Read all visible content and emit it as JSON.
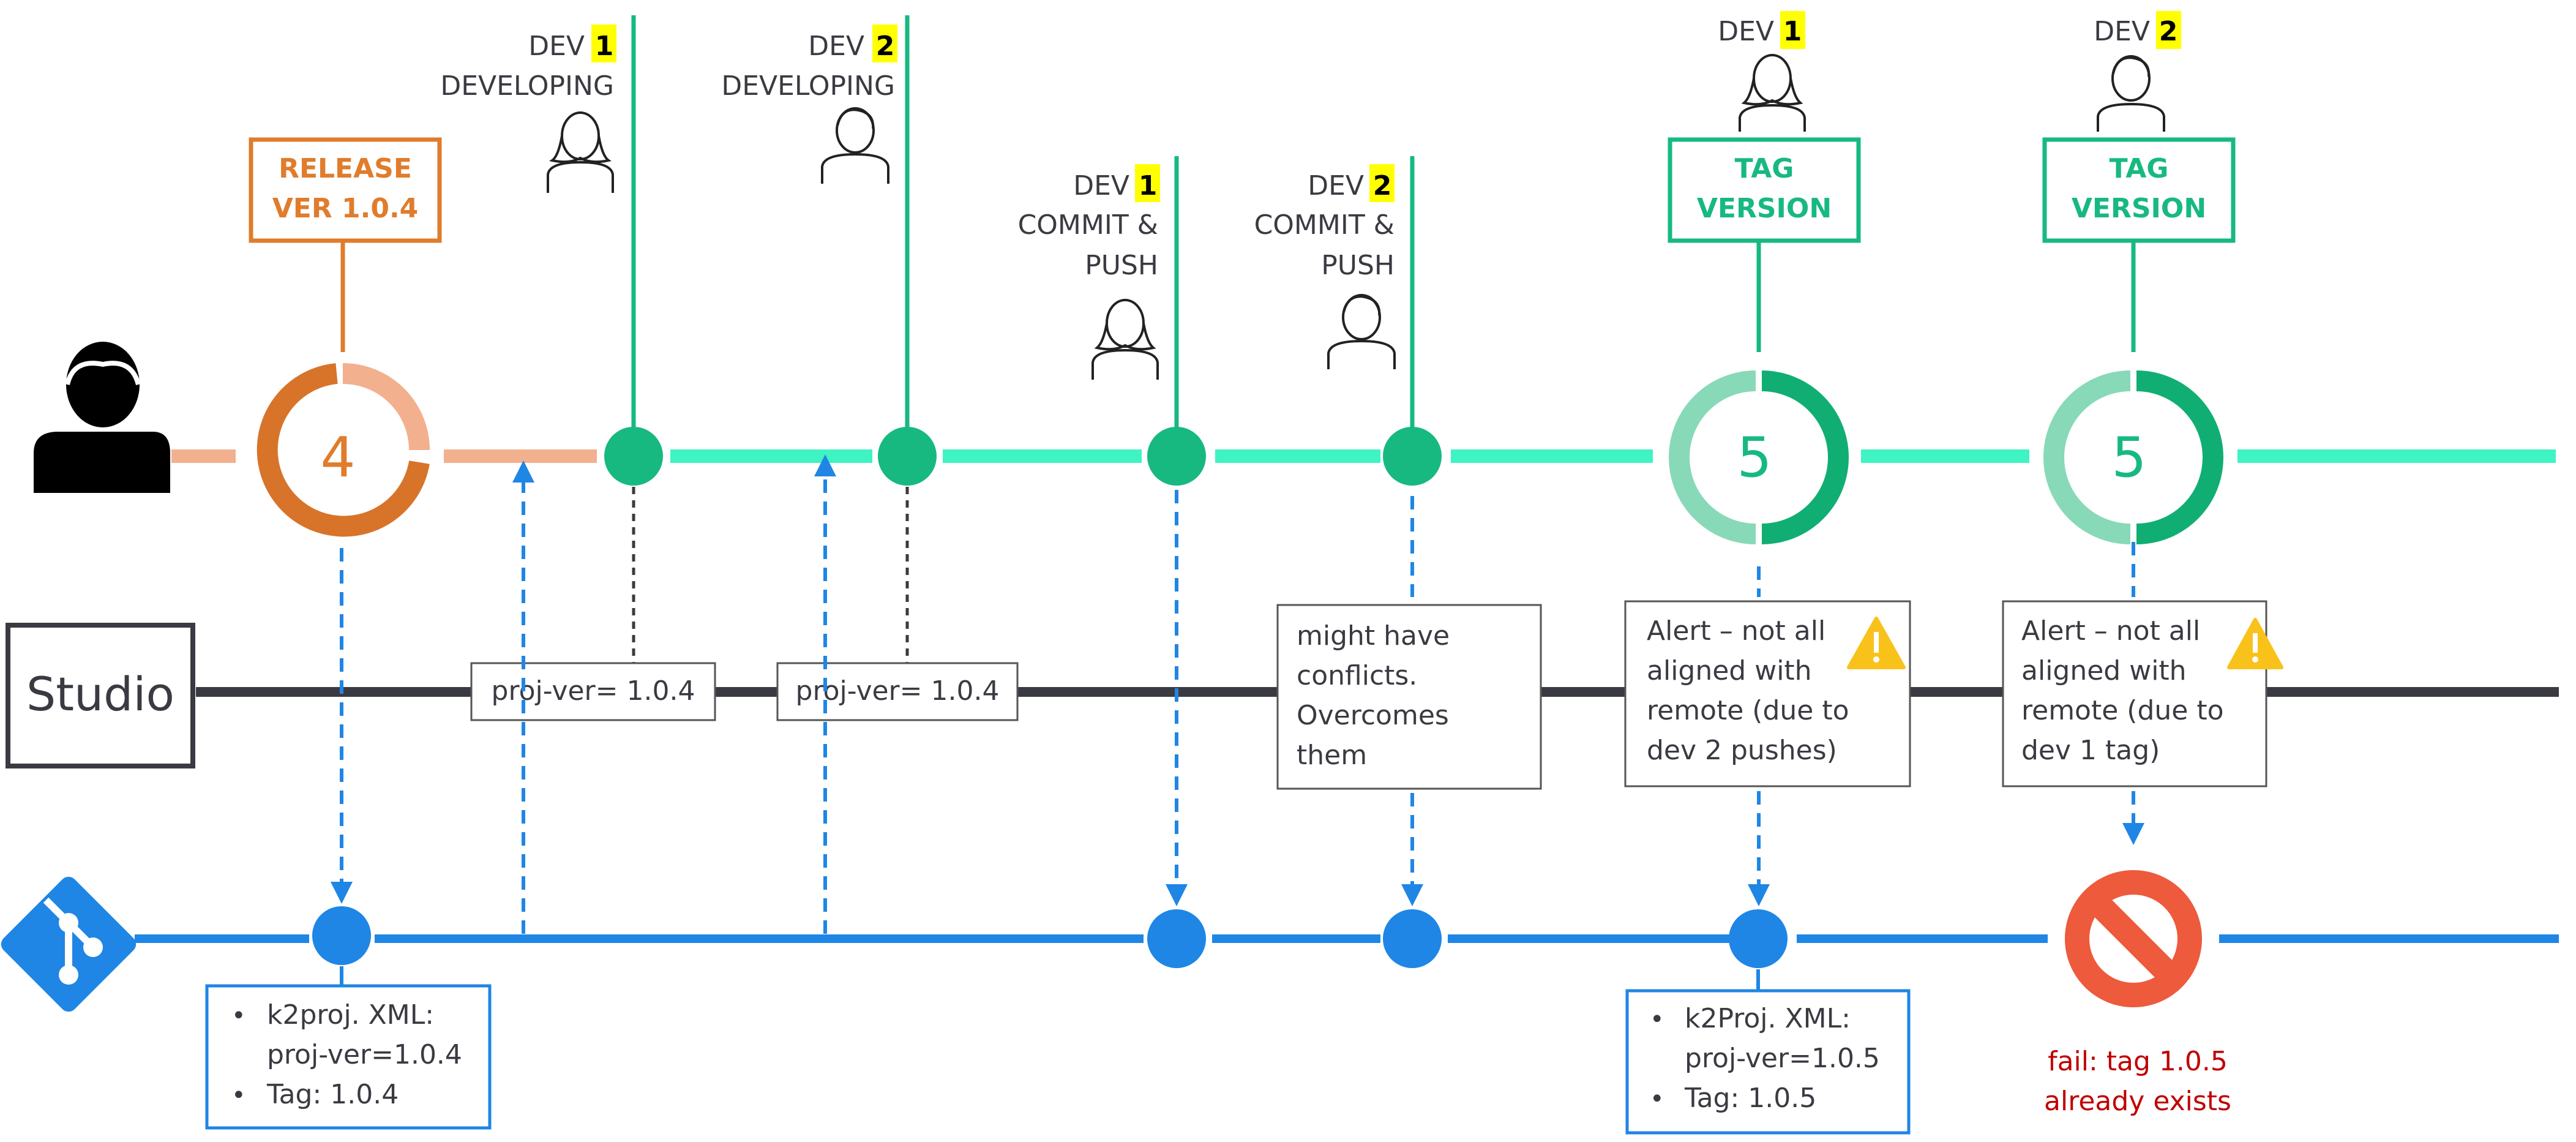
{
  "colors": {
    "orange": "#E07C2B",
    "orange_light": "#F2B08E",
    "green": "#17B981",
    "green_light": "#88D9B8",
    "mint": "#3FF3C2",
    "git_blue": "#1F86E5",
    "dark": "#3A3A42",
    "red": "#C00000",
    "stop_red": "#EE5A3C",
    "highlight": "#FFFF00",
    "warning": "#F9C21B"
  },
  "user_icon": "user-silhouette-icon",
  "studio_label": "Studio",
  "git_icon": "git-logo-icon",
  "release": {
    "line1": "RELEASE",
    "line2": "VER 1.0.4",
    "version_digit": "4"
  },
  "dev1_developing": {
    "dev": "DEV",
    "num": "1",
    "action": "DEVELOPING"
  },
  "dev2_developing": {
    "dev": "DEV",
    "num": "2",
    "action": "DEVELOPING"
  },
  "dev1_commit": {
    "dev": "DEV",
    "num": "1",
    "line1": "COMMIT &",
    "line2": "PUSH"
  },
  "dev2_commit": {
    "dev": "DEV",
    "num": "2",
    "line1": "COMMIT &",
    "line2": "PUSH"
  },
  "dev1_tag": {
    "dev": "DEV",
    "num": "1",
    "line1": "TAG",
    "line2": "VERSION",
    "version_digit": "5"
  },
  "dev2_tag": {
    "dev": "DEV",
    "num": "2",
    "line1": "TAG",
    "line2": "VERSION",
    "version_digit": "5"
  },
  "proj_ver_1": "proj-ver= 1.0.4",
  "proj_ver_2": "proj-ver= 1.0.4",
  "conflicts_note": [
    "might have",
    "conflicts.",
    "Overcomes",
    "them"
  ],
  "alert1": [
    "Alert – not all",
    "aligned with",
    "remote (due to",
    "dev 2 pushes)"
  ],
  "alert2": [
    "Alert – not all",
    "aligned with",
    "remote (due to",
    "dev 1 tag)"
  ],
  "git_info_1": {
    "bullet": "•",
    "item1_line1": "k2proj. XML:",
    "item1_line2": "proj-ver=1.0.4",
    "item2": "Tag: 1.0.4"
  },
  "git_info_2": {
    "bullet": "•",
    "item1_line1": "k2Proj. XML:",
    "item1_line2": "proj-ver=1.0.5",
    "item2": "Tag: 1.0.5"
  },
  "fail_note": [
    "fail: tag 1.0.5",
    "already exists"
  ]
}
